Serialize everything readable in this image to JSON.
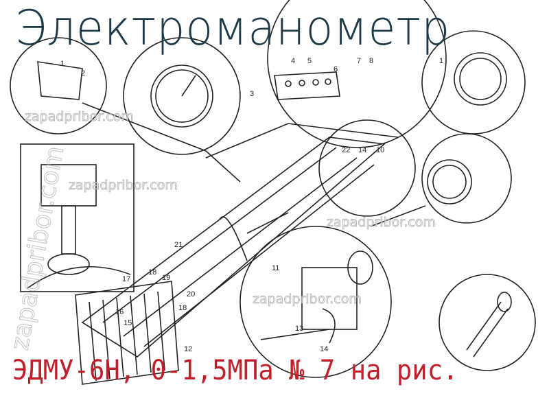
{
  "title": "Электроманометр",
  "subtitle": "ЭДМУ-6Н, 0-1,5МПа № 7 на рис.",
  "watermark": "zapadpribor.com",
  "diagram": {
    "part_labels": [
      "1",
      "2",
      "3",
      "4",
      "5",
      "6",
      "7",
      "8",
      "1",
      "22",
      "14",
      "10",
      "21",
      "11",
      "13",
      "17",
      "18",
      "19",
      "16",
      "15",
      "20",
      "18",
      "14",
      "12"
    ]
  },
  "colors": {
    "title": "#1f3a47",
    "subtitle": "#c0202c"
  }
}
